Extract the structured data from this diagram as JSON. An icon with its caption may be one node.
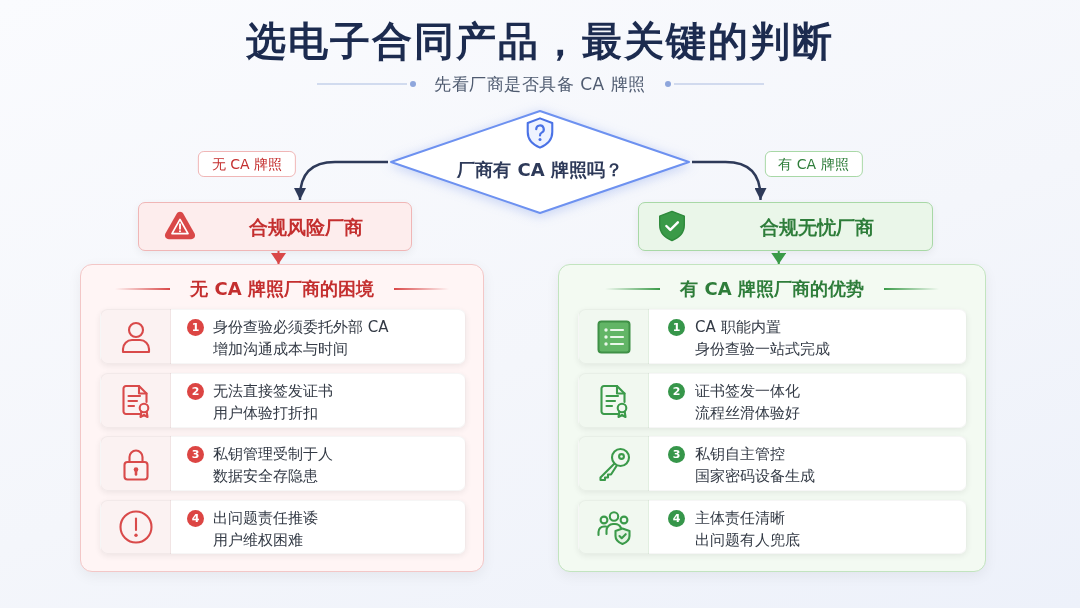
{
  "diagram": {
    "title": "选电子合同产品，最关键的判断",
    "nodes": [
      {
        "text": [
          "厂商有 CA 牌照吗？"
        ]
      },
      {
        "text": [
          "合规风险厂商"
        ]
      },
      {
        "text": [
          "合规无忧厂商"
        ]
      },
      {
        "text": [
          "无 CA 牌照厂商的困境"
        ]
      },
      {
        "text": [
          "1",
          "身份查验必须委托外部 CA",
          "增加沟通成本与时间"
        ],
        "in": 3
      },
      {
        "text": [
          "2",
          "无法直接签发证书",
          "用户体验打折扣"
        ],
        "in": 3
      },
      {
        "text": [
          "3",
          "私钥管理受制于人",
          "数据安全存隐患"
        ],
        "in": 3
      },
      {
        "text": [
          "4",
          "出问题责任推诿",
          "用户维权困难"
        ],
        "in": 3
      },
      {
        "text": [
          "有 CA 牌照厂商的优势"
        ]
      },
      {
        "text": [
          "1",
          "CA 职能内置",
          "身份查验一站式完成"
        ],
        "in": 8
      },
      {
        "text": [
          "2",
          "证书签发一体化",
          "流程丝滑体验好"
        ],
        "in": 8
      },
      {
        "text": [
          "3",
          "私钥自主管控",
          "国家密码设备生成"
        ],
        "in": 8
      },
      {
        "text": [
          "4",
          "主体责任清晰",
          "出问题有人兜底"
        ],
        "in": 8
      }
    ],
    "edges": [
      {
        "from": 0,
        "to": 1,
        "arrow": "to",
        "label": "无 CA 牌照"
      },
      {
        "from": 0,
        "to": 2,
        "arrow": "to",
        "label": "有 CA 牌照"
      },
      {
        "from": 1,
        "to": 3,
        "arrow": "to",
        "color": "#d94848"
      },
      {
        "from": 2,
        "to": 8,
        "arrow": "to",
        "color": "#3a9a48"
      }
    ],
    "labels": [
      "先看厂商是否具备 CA 牌照"
    ]
  }
}
